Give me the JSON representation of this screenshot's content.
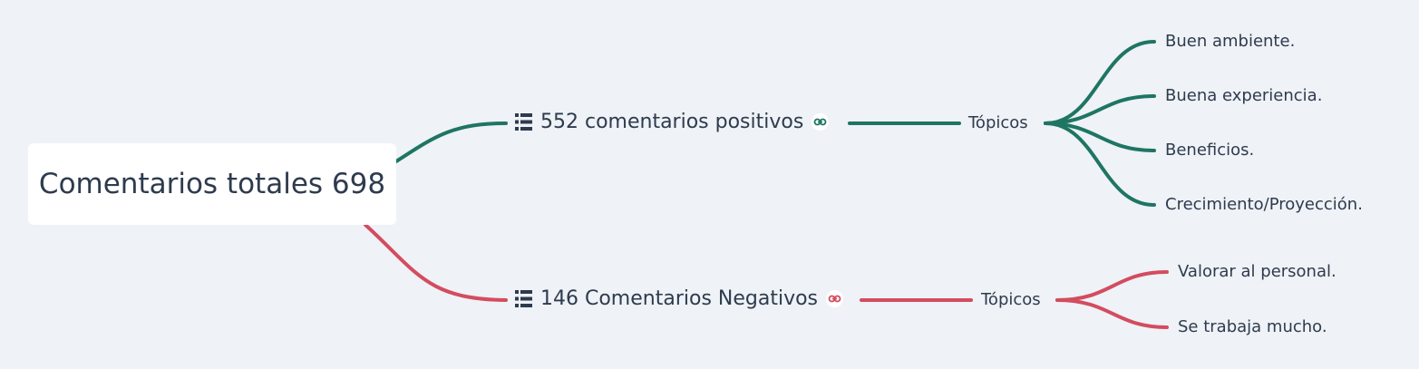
{
  "root": {
    "label": "Comentarios totales 698"
  },
  "colors": {
    "positive": "#1e7563",
    "negative": "#d34c5f",
    "background": "#eff2f6",
    "text": "#2e3b4e"
  },
  "positive": {
    "label": "552 comentarios positivos",
    "list_icon": "list-icon",
    "link_icon": "link-icon",
    "topic_label": "Tópicos",
    "leaves": [
      "Buen ambiente.",
      "Buena experiencia.",
      "Beneficios.",
      "Crecimiento/Proyección."
    ]
  },
  "negative": {
    "label": "146 Comentarios Negativos",
    "list_icon": "list-icon",
    "link_icon": "link-icon",
    "topic_label": "Tópicos",
    "leaves": [
      "Valorar al personal.",
      "Se trabaja mucho."
    ]
  }
}
